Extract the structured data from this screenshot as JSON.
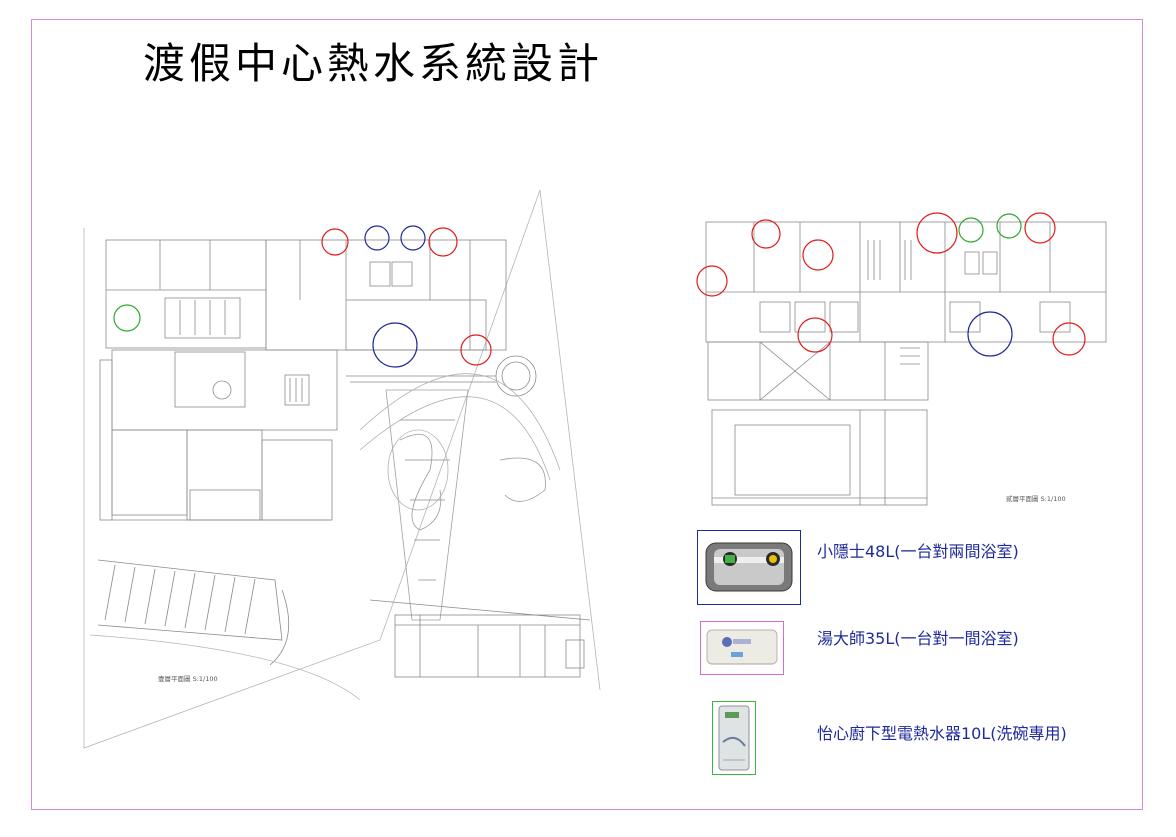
{
  "title": "渡假中心熱水系統設計",
  "plans": {
    "ground_floor_label": "壹層平面圖 S:1/100",
    "second_floor_label": "貳層平面圖 S:1/100"
  },
  "legend": [
    {
      "name": "小隱士48L",
      "label": "小隱士48L(一台對兩間浴室)",
      "border_color": "#1f2a9b",
      "marker_color": "#1f2a9b"
    },
    {
      "name": "湯大師35L",
      "label": "湯大師35L(一台對一間浴室)",
      "border_color": "#d66bd6",
      "marker_color": "#e21a1a"
    },
    {
      "name": "怡心廚下型",
      "label": "怡心廚下型電熱水器10L(洗碗專用)",
      "border_color": "#3cb83c",
      "marker_color": "#2fa82f"
    }
  ],
  "colors": {
    "frame": "#d58ad5",
    "plan_line": "#8a8a8a",
    "label_text": "#1f2a9b"
  }
}
